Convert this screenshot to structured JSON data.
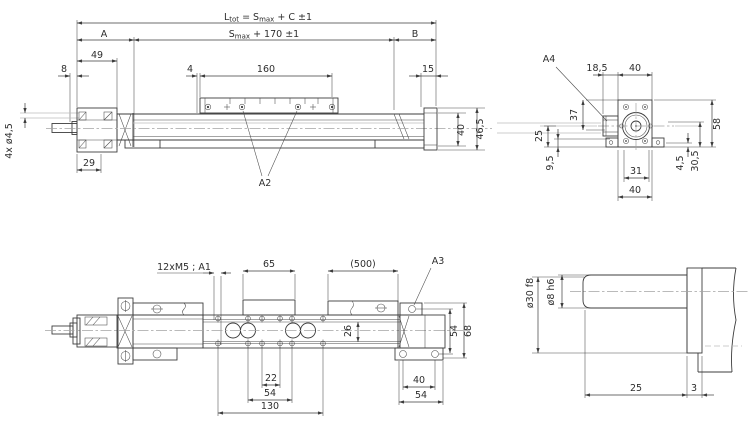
{
  "drawing": {
    "views": {
      "side": {
        "formula_total": {
          "p1": "L",
          "s1": "tot",
          "p2": " = S",
          "s2": "max",
          "p3": " + C  ±1"
        },
        "formula_stroke": {
          "p1": "S",
          "s1": "max",
          "p2": " + 170  ±1"
        },
        "dim_a": "A",
        "dim_b": "B",
        "dim_49": "49",
        "dim_8": "8",
        "dim_4": "4",
        "dim_160": "160",
        "dim_15": "15",
        "dim_29": "29",
        "dim_40": "40",
        "dim_46_5": "46,5",
        "dim_holes": "4x ø4,5",
        "callout_a2": "A2"
      },
      "end": {
        "callout_a4": "A4",
        "dim_18_5": "18,5",
        "dim_40_top": "40",
        "dim_37": "37",
        "dim_25": "25",
        "dim_9_5": "9,5",
        "dim_58": "58",
        "dim_4_5": "4,5",
        "dim_30_5": "30,5",
        "dim_31": "31",
        "dim_40_bottom": "40"
      },
      "plan": {
        "callout_m5": "12xM5 ; A1",
        "dim_65": "65",
        "dim_500": "(500)",
        "callout_a3": "A3",
        "dim_26": "26",
        "dim_54_side": "54",
        "dim_68": "68",
        "dim_22": "22",
        "dim_54_bottom": "54",
        "dim_130": "130",
        "dim_40_flange": "40",
        "dim_54_flange": "54"
      },
      "shaft": {
        "dim_d30": "ø30 f8",
        "dim_d8": "ø8 h6",
        "dim_25": "25",
        "dim_3": "3"
      }
    }
  }
}
